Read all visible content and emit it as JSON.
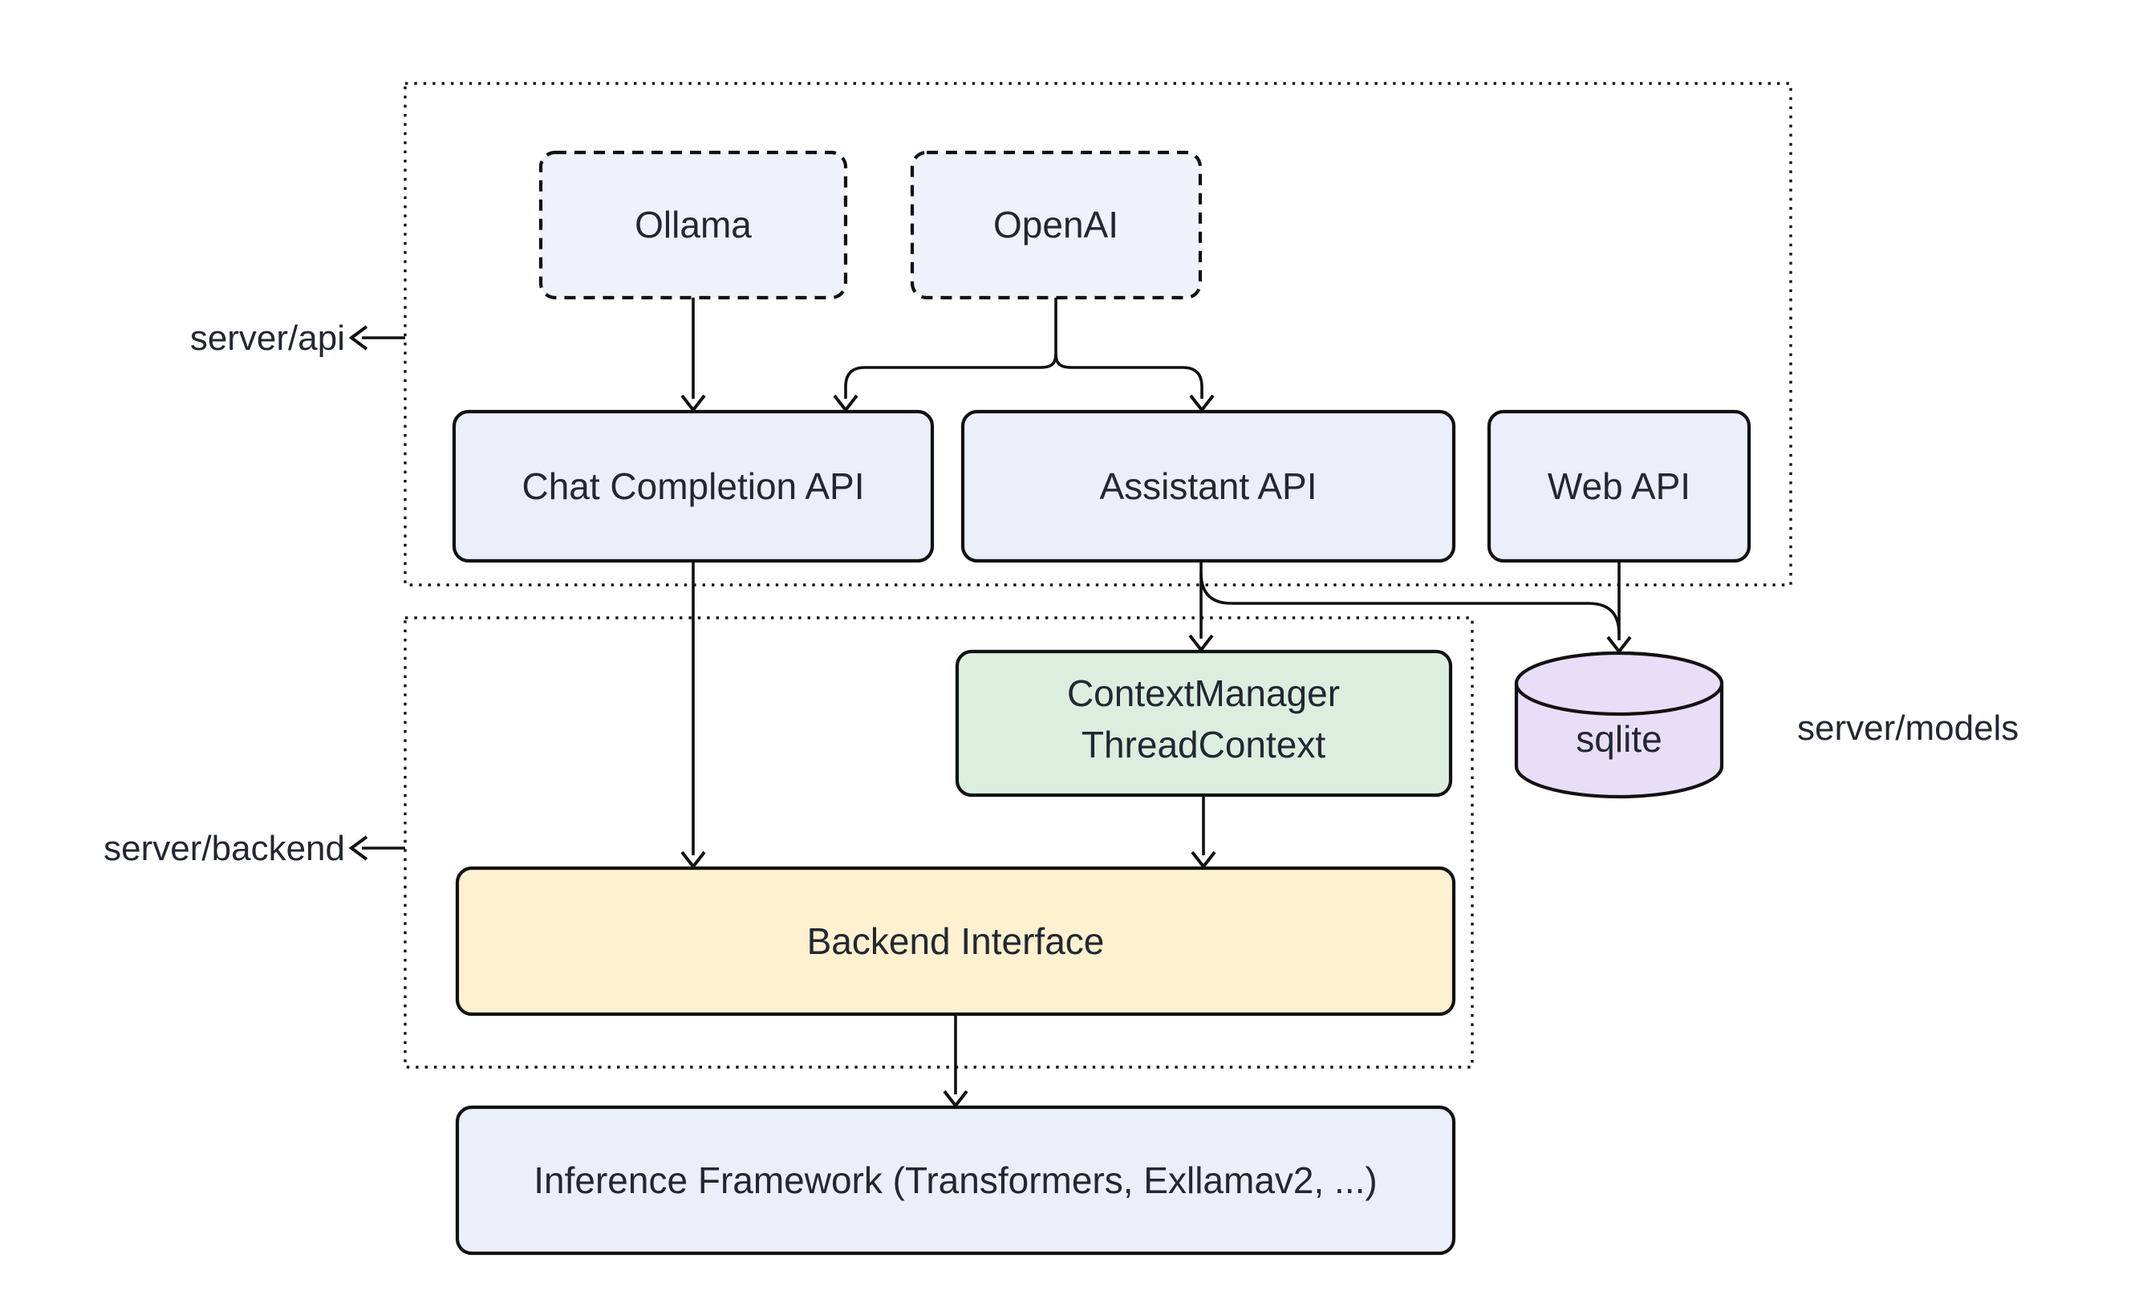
{
  "diagram": {
    "type": "architecture-flowchart",
    "groups": {
      "server_api": {
        "label": "server/api"
      },
      "server_backend": {
        "label": "server/backend"
      },
      "server_models": {
        "label": "server/models"
      }
    },
    "nodes": {
      "ollama": {
        "label": "Ollama",
        "shape": "dashed-rect"
      },
      "openai": {
        "label": "OpenAI",
        "shape": "dashed-rect"
      },
      "chat_completion_api": {
        "label": "Chat Completion API",
        "shape": "rect"
      },
      "assistant_api": {
        "label": "Assistant API",
        "shape": "rect"
      },
      "web_api": {
        "label": "Web API",
        "shape": "rect"
      },
      "context_manager": {
        "lines": [
          "ContextManager",
          "ThreadContext"
        ],
        "shape": "rect"
      },
      "sqlite": {
        "label": "sqlite",
        "shape": "cylinder"
      },
      "backend_interface": {
        "label": "Backend Interface",
        "shape": "rect"
      },
      "inference_framework": {
        "label": "Inference Framework (Transformers, Exllamav2, ...)",
        "shape": "rect"
      }
    },
    "edges": [
      {
        "from": "Ollama",
        "to": "Chat Completion API"
      },
      {
        "from": "OpenAI",
        "to": "Chat Completion API"
      },
      {
        "from": "OpenAI",
        "to": "Assistant API"
      },
      {
        "from": "Chat Completion API",
        "to": "Backend Interface"
      },
      {
        "from": "Assistant API",
        "to": "ContextManager ThreadContext"
      },
      {
        "from": "Assistant API",
        "to": "sqlite"
      },
      {
        "from": "Web API",
        "to": "sqlite"
      },
      {
        "from": "ContextManager ThreadContext",
        "to": "Backend Interface"
      },
      {
        "from": "Backend Interface",
        "to": "Inference Framework (Transformers, Exllamav2, ...)"
      }
    ],
    "colors": {
      "node_blue": "#eaeffa",
      "provider_blue": "#eef2fb",
      "node_green": "#dcefdf",
      "node_yellow": "#fdf1cf",
      "node_purple": "#e9def8",
      "stroke": "#111111",
      "text": "#222733",
      "background": "#ffffff"
    }
  }
}
